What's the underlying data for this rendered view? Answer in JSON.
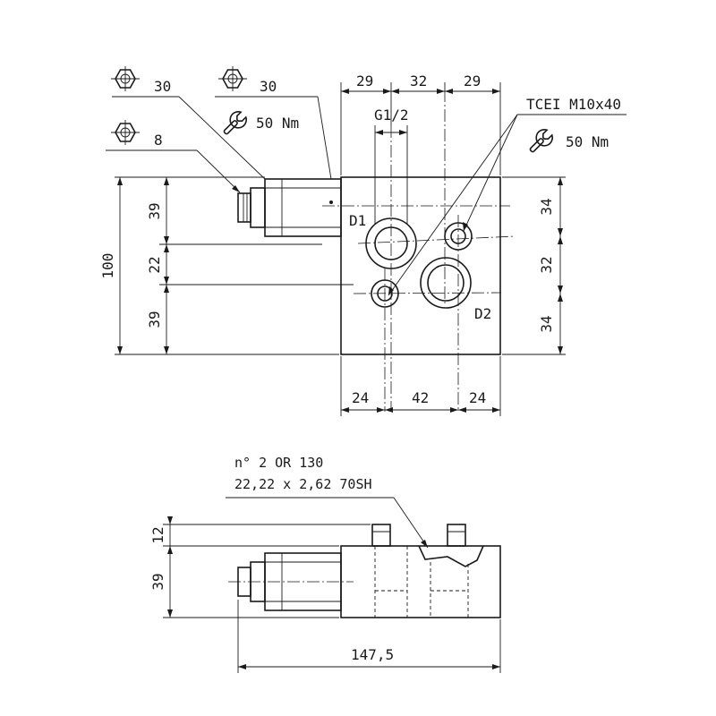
{
  "top_view": {
    "nut_callouts": [
      {
        "icon": "hex-nut-icon",
        "value": "30"
      },
      {
        "icon": "hex-nut-icon",
        "value": "30"
      },
      {
        "icon": "hex-nut-icon",
        "value": "8"
      }
    ],
    "torque_callouts": [
      {
        "icon": "wrench-icon",
        "value": "50 Nm"
      },
      {
        "icon": "wrench-icon",
        "value": "50 Nm"
      }
    ],
    "screw_label": "TCEI M10x40",
    "thread_label": "G1/2",
    "port_labels": [
      "D1",
      "D2"
    ],
    "dims_top": [
      "29",
      "32",
      "29"
    ],
    "dims_bottom": [
      "24",
      "42",
      "24"
    ],
    "dims_left": [
      "39",
      "22",
      "39"
    ],
    "dim_overall_height": "100",
    "dims_right": [
      "34",
      "32",
      "34"
    ]
  },
  "side_view": {
    "oring_note_line1": "n° 2 OR 130",
    "oring_note_line2": "22,22 x 2,62 70SH",
    "dims_left": [
      "12",
      "39"
    ],
    "overall_length": "147,5"
  }
}
